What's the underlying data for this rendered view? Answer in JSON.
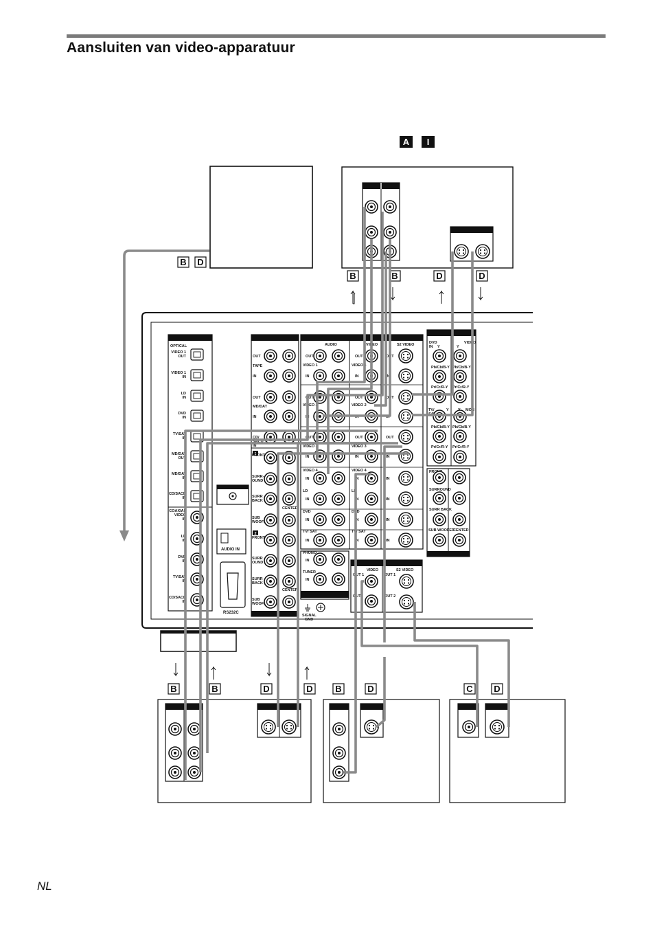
{
  "page": {
    "title": "Aansluiten van video-apparatuur",
    "footer": "NL"
  },
  "markers": {
    "top_a": "A",
    "top_i": "I",
    "tv_b": "B",
    "tv_d": "D",
    "vcr_top": [
      "B",
      "B",
      "D",
      "D"
    ],
    "bottom": [
      "B",
      "B",
      "D",
      "D",
      "B",
      "D",
      "C",
      "D"
    ]
  },
  "receiver": {
    "optical": {
      "header": "OPTICAL",
      "inputs": [
        "VIDEO 1\nOUT",
        "VIDEO 1\nIN",
        "LD\nIN",
        "DVD\nIN",
        "TV/SAT\nIN",
        "MD/DAT\nOUT",
        "MD/DAT\nIN",
        "CD/SACD\nIN"
      ]
    },
    "coaxial": {
      "header": "COAXIAL\nVIDEO\nIN",
      "inputs": [
        "LD\nIN",
        "DVD\nIN",
        "TV/SAT\nIN",
        "CD/SACD\nIN"
      ]
    },
    "audio_in_label": "AUDIO IN",
    "rs232c_label": "RS232C",
    "signal_gnd_label": "SIGNAL\nGND",
    "tape_md": {
      "rows": [
        "OUT",
        "TAPE",
        "IN",
        "OUT",
        "MD/DAT",
        "IN",
        "CD/\nSACD\nIN"
      ]
    },
    "multi_ch": {
      "group1_badge": "1",
      "group2_badge": "2",
      "rows": [
        "FRONT",
        "SURR-\nOUND",
        "SURR\nBACK",
        "SUB\nWOOFER",
        "FRONT",
        "SURR\nOUND",
        "SURR\nBACK",
        "SUB\nWOOFER"
      ],
      "center": "CENTER"
    },
    "av_headers": {
      "audio": "AUDIO",
      "video": "VIDEO",
      "s2video": "S2 VIDEO"
    },
    "av_rows": [
      {
        "group": "VIDEO 1",
        "io": [
          "OUT",
          "IN"
        ]
      },
      {
        "group": "VIDEO 2",
        "io": [
          "OUT",
          "IN"
        ]
      },
      {
        "group": "VIDEO 3",
        "io": [
          "OUT",
          "IN"
        ]
      },
      {
        "group": "VIDEO 4",
        "io": [
          "IN"
        ]
      },
      {
        "group": "LD",
        "io": [
          "IN"
        ]
      },
      {
        "group": "DVD",
        "io": [
          "IN"
        ]
      },
      {
        "group": "TV/ SAT",
        "io": [
          "IN"
        ]
      }
    ],
    "phono": {
      "label": "PHONO",
      "io": "IN"
    },
    "tuner": {
      "label": "TUNER",
      "io": "IN"
    },
    "monitor": {
      "video_header": "VIDEO",
      "s2_header": "S2 VIDEO",
      "out1": "OUT 1",
      "out2": "OUT 2",
      "out": "OUT"
    },
    "component": {
      "dvd_in": "DVD\nIN",
      "y": "Y",
      "video": "VIDEO",
      "pb1": "Pb/Cb/B-Y",
      "pr1": "Pr/Cr/R-Y",
      "tv_sat": "TV/\nSAT",
      "monitor": "MONITOR",
      "front": "FRONT",
      "surround": "SURROUND",
      "surr_back": "SURR BACK",
      "sub_woofer": "SUB WOOFER",
      "center": "CENTER"
    }
  }
}
